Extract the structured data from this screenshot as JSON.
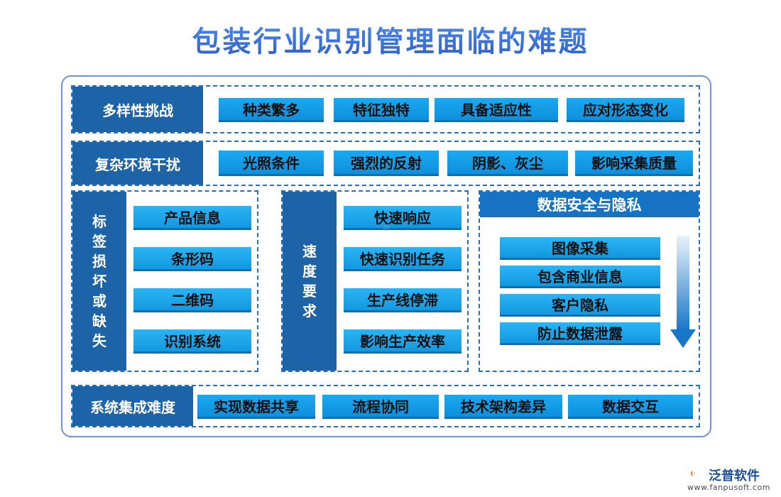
{
  "title": "包装行业识别管理面临的难题",
  "row1": {
    "label": "多样性挑战",
    "items": [
      "种类繁多",
      "特征独特",
      "具备适应性",
      "应对形态变化"
    ]
  },
  "row2": {
    "label": "复杂环境干扰",
    "items": [
      "光照条件",
      "强烈的反射",
      "阴影、灰尘",
      "影响采集质量"
    ]
  },
  "label_panel": {
    "label": "标签损坏或缺失",
    "items": [
      "产品信息",
      "条形码",
      "二维码",
      "识别系统"
    ]
  },
  "speed_panel": {
    "label": "速度要求",
    "items": [
      "快速响应",
      "快速识别任务",
      "生产线停滞",
      "影响生产效率"
    ]
  },
  "security_panel": {
    "label": "数据安全与隐私",
    "items": [
      "图像采集",
      "包含商业信息",
      "客户隐私",
      "防止数据泄露"
    ]
  },
  "row_bottom": {
    "label": "系统集成难度",
    "items": [
      "实现数据共享",
      "流程协同",
      "技术架构差异",
      "数据交互"
    ]
  },
  "brand": {
    "name": "泛普软件",
    "url": "www.fanpusoft.com",
    "color": "#1d4f99"
  },
  "colors": {
    "side": "#1c63a8",
    "chip": "#1aa9f2",
    "title": "#3a6fd8"
  }
}
